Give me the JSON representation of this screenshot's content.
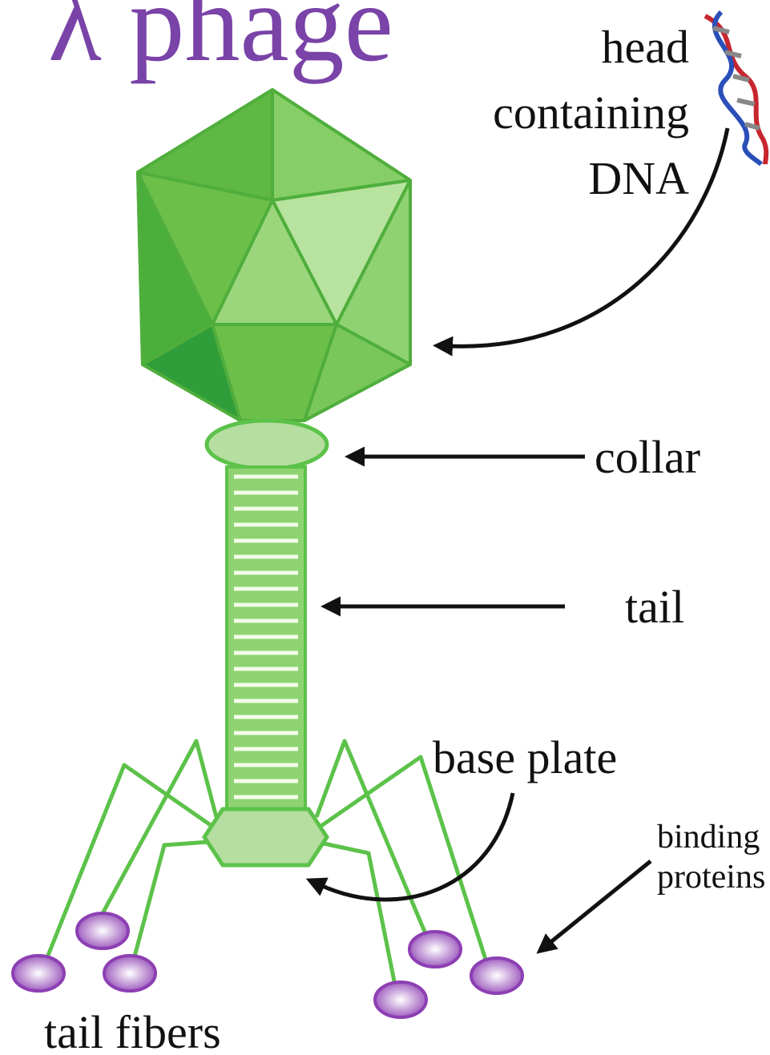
{
  "title": "λ phage",
  "labels": {
    "head": [
      "head",
      "containing",
      "DNA"
    ],
    "collar": "collar",
    "tail": "tail",
    "base_plate": "base plate",
    "binding_proteins": [
      "binding",
      "proteins"
    ],
    "tail_fibers": "tail fibers"
  },
  "colors": {
    "title": "#7a43a8",
    "capsid": "#6cc04a",
    "capsid_light": "#a8dc8e",
    "capsid_dark": "#2f9e3a",
    "fiber": "#5cc24a",
    "binding_protein": "#b079c8",
    "arrow": "#111111"
  }
}
